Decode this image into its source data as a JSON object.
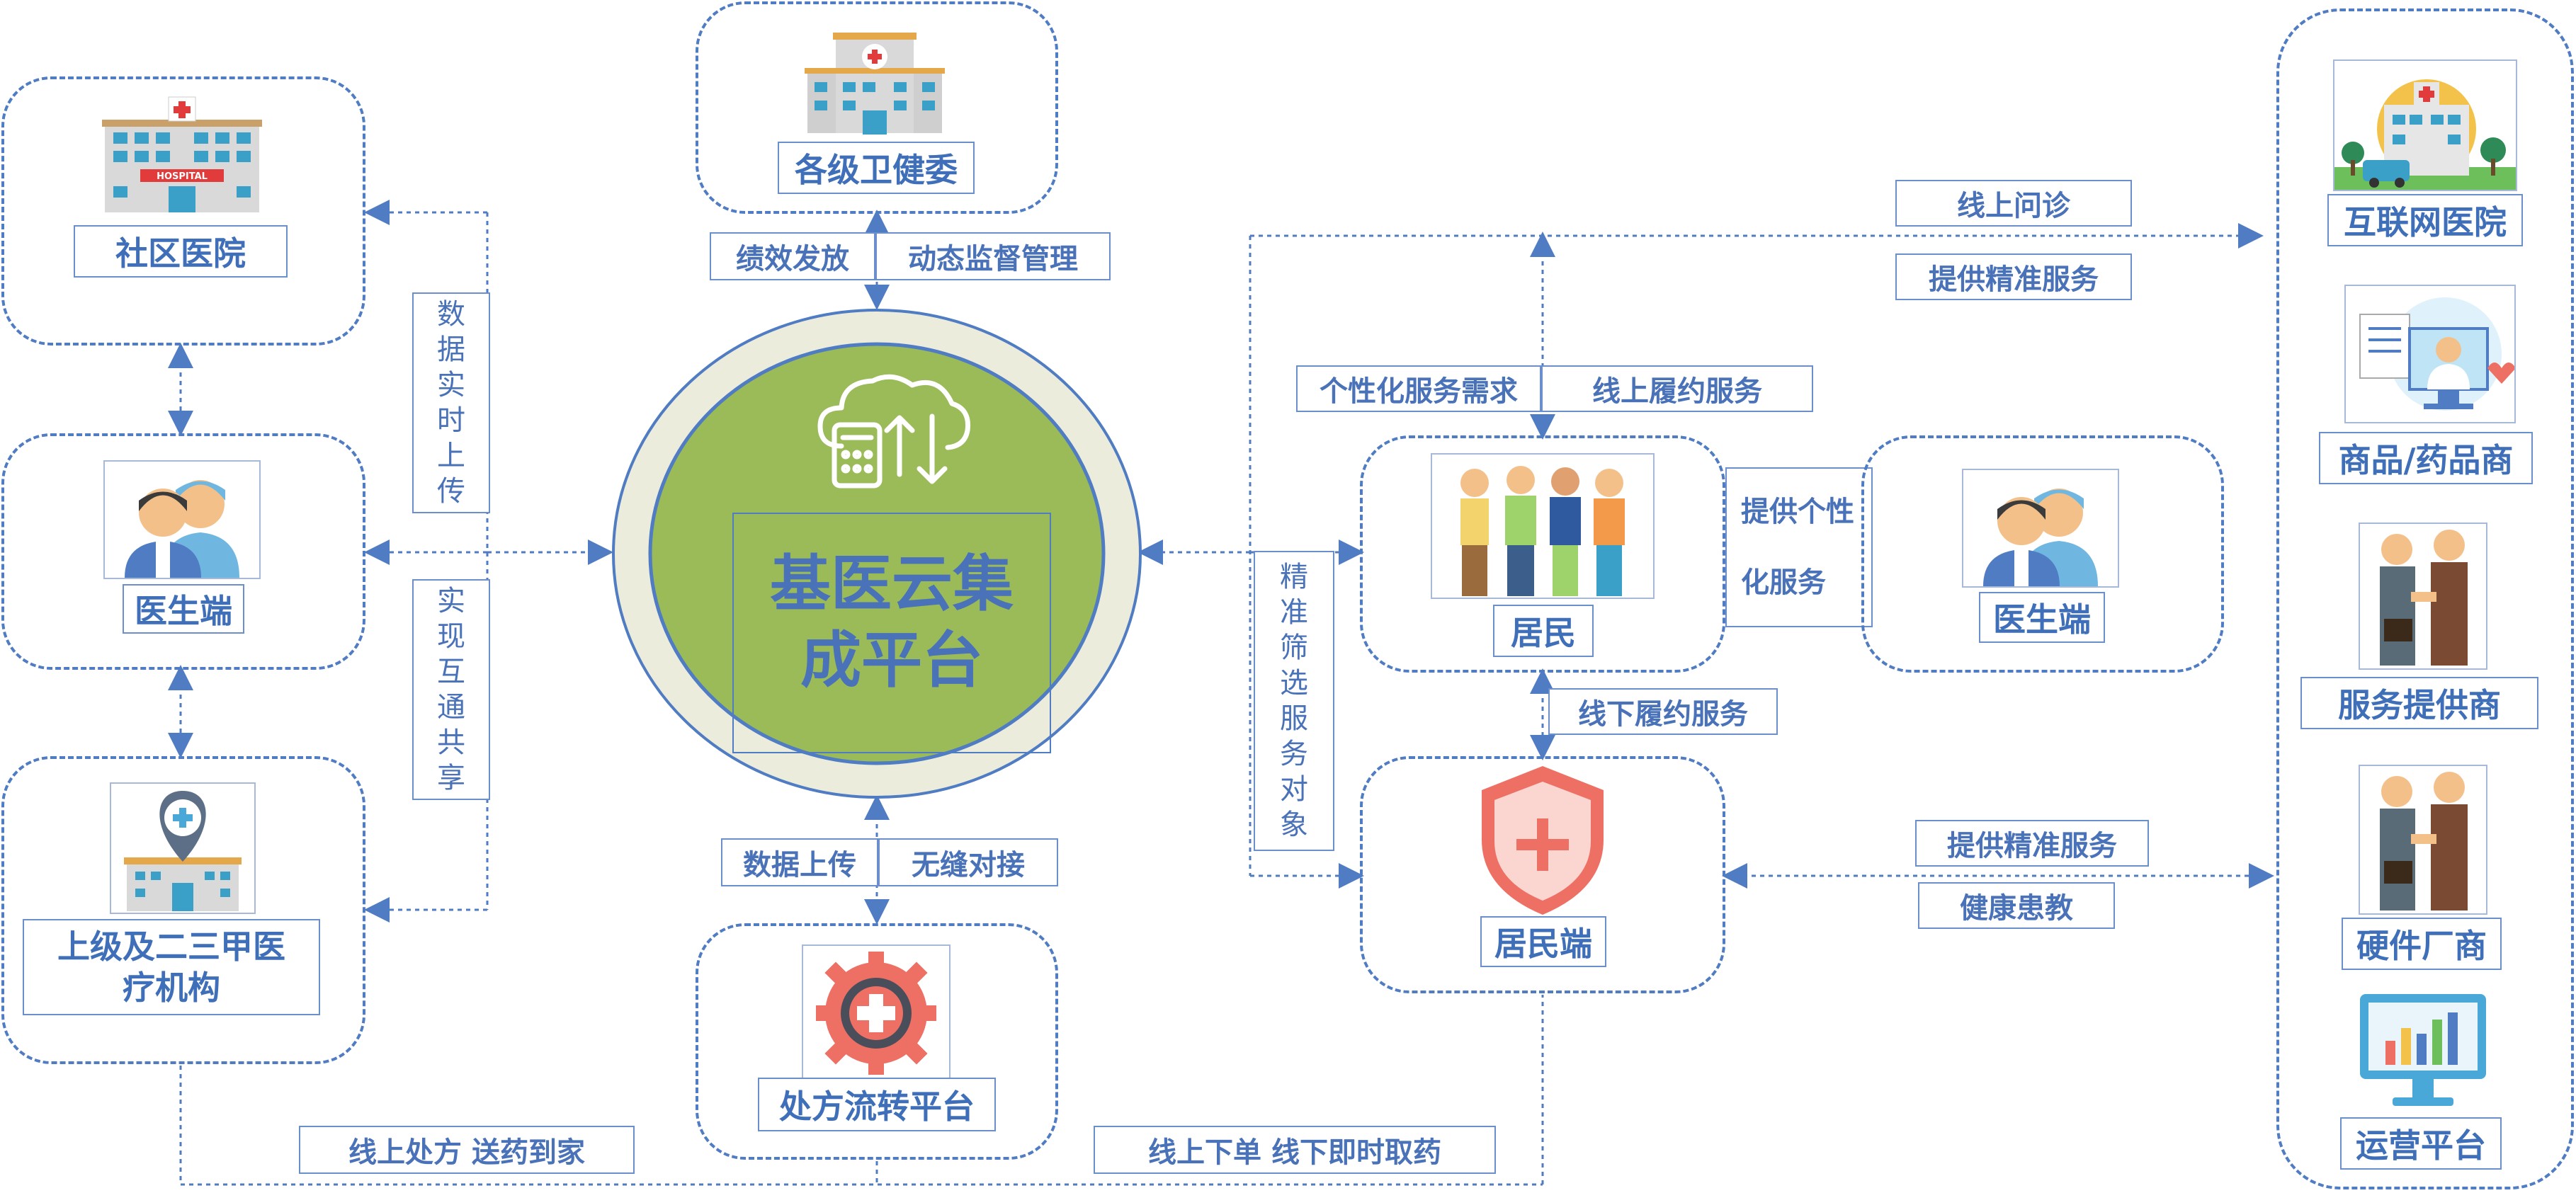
{
  "center": {
    "title": "基医云集成平台"
  },
  "left": {
    "community_hospital": "社区医院",
    "doctor_side": "医生端",
    "upper_institution": "上级及二三甲医疗机构",
    "hospital_sign": "HOSPITAL",
    "realtime_upload": [
      "数",
      "据",
      "实",
      "时",
      "上",
      "传"
    ],
    "interop_share": [
      "实",
      "现",
      "互",
      "通",
      "共",
      "享"
    ]
  },
  "top": {
    "health_commission": "各级卫健委",
    "perf_pay": "绩效发放",
    "dynamic_supervise": "动态监督管理"
  },
  "bottom": {
    "prescription_platform": "处方流转平台",
    "data_upload": "数据上传",
    "seamless_dock": "无缝对接",
    "online_rx_delivery": "线上处方 送药到家",
    "online_order_pickup": "线上下单 线下即时取药"
  },
  "middle": {
    "resident": "居民",
    "resident_side": "居民端",
    "doctor_side": "医生端",
    "personal_need": "个性化服务需求",
    "online_fulfill": "线上履约服务",
    "offline_fulfill": "线下履约服务",
    "personal_service_1": "提供个性",
    "personal_service_2": "化服务",
    "precise_select": [
      "精",
      "准",
      "筛",
      "选",
      "服",
      "务",
      "对",
      "象"
    ]
  },
  "right": {
    "online_consult": "线上问诊",
    "precise_service_top": "提供精准服务",
    "precise_service_bottom": "提供精准服务",
    "health_edu": "健康患教",
    "internet_hospital": "互联网医院",
    "drug_vendor": "商品/药品商",
    "service_provider": "服务提供商",
    "hardware_vendor": "硬件厂商",
    "ops_platform": "运营平台"
  },
  "colors": {
    "accent_blue": "#4f7cc2",
    "center_green": "#9bbb59",
    "shield_red": "#ee6f63"
  }
}
